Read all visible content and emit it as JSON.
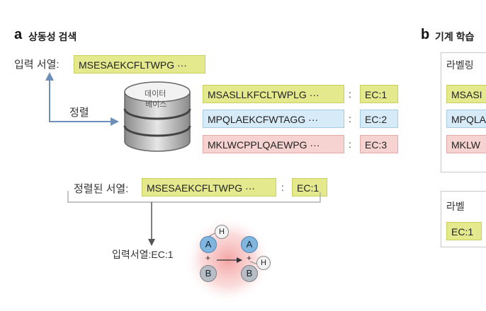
{
  "panel_a": {
    "letter": "a",
    "title": "상동성 검색",
    "input_label": "입력 서열:",
    "input_seq": "MSESAEKCFLTWPG ···",
    "align_label": "정렬",
    "db_label_line1": "데이터",
    "db_label_line2": "베이스",
    "db_rows": [
      {
        "seq": "MSASLLKFCLTWPLG ···",
        "colon": ":",
        "ec": "EC:1",
        "color": "#e3e98c"
      },
      {
        "seq": "MPQLAEKCFWTAGG ···",
        "colon": ":",
        "ec": "EC:2",
        "color": "#d6eaf7"
      },
      {
        "seq": "MKLWCPPLQAEWPG ···",
        "colon": ":",
        "ec": "EC:3",
        "color": "#f6d3d1"
      }
    ],
    "aligned_label": "정렬된 서열:",
    "aligned_seq": "MSESAEKCFLTWPG ···",
    "aligned_colon": ":",
    "aligned_ec": "EC:1",
    "result_label": "입력서열:EC:1",
    "reaction": {
      "left_top": "A",
      "left_bottom": "B",
      "left_h": "H",
      "right_top": "A",
      "right_bottom": "B",
      "right_h": "H",
      "plus": "+"
    }
  },
  "panel_b": {
    "letter": "b",
    "title": "기계 학습",
    "labeling_title": "라벨링",
    "rows": [
      "MSASI",
      "MPQLA",
      "MKLW"
    ],
    "label_title": "라벨",
    "label_value": "EC:1"
  }
}
